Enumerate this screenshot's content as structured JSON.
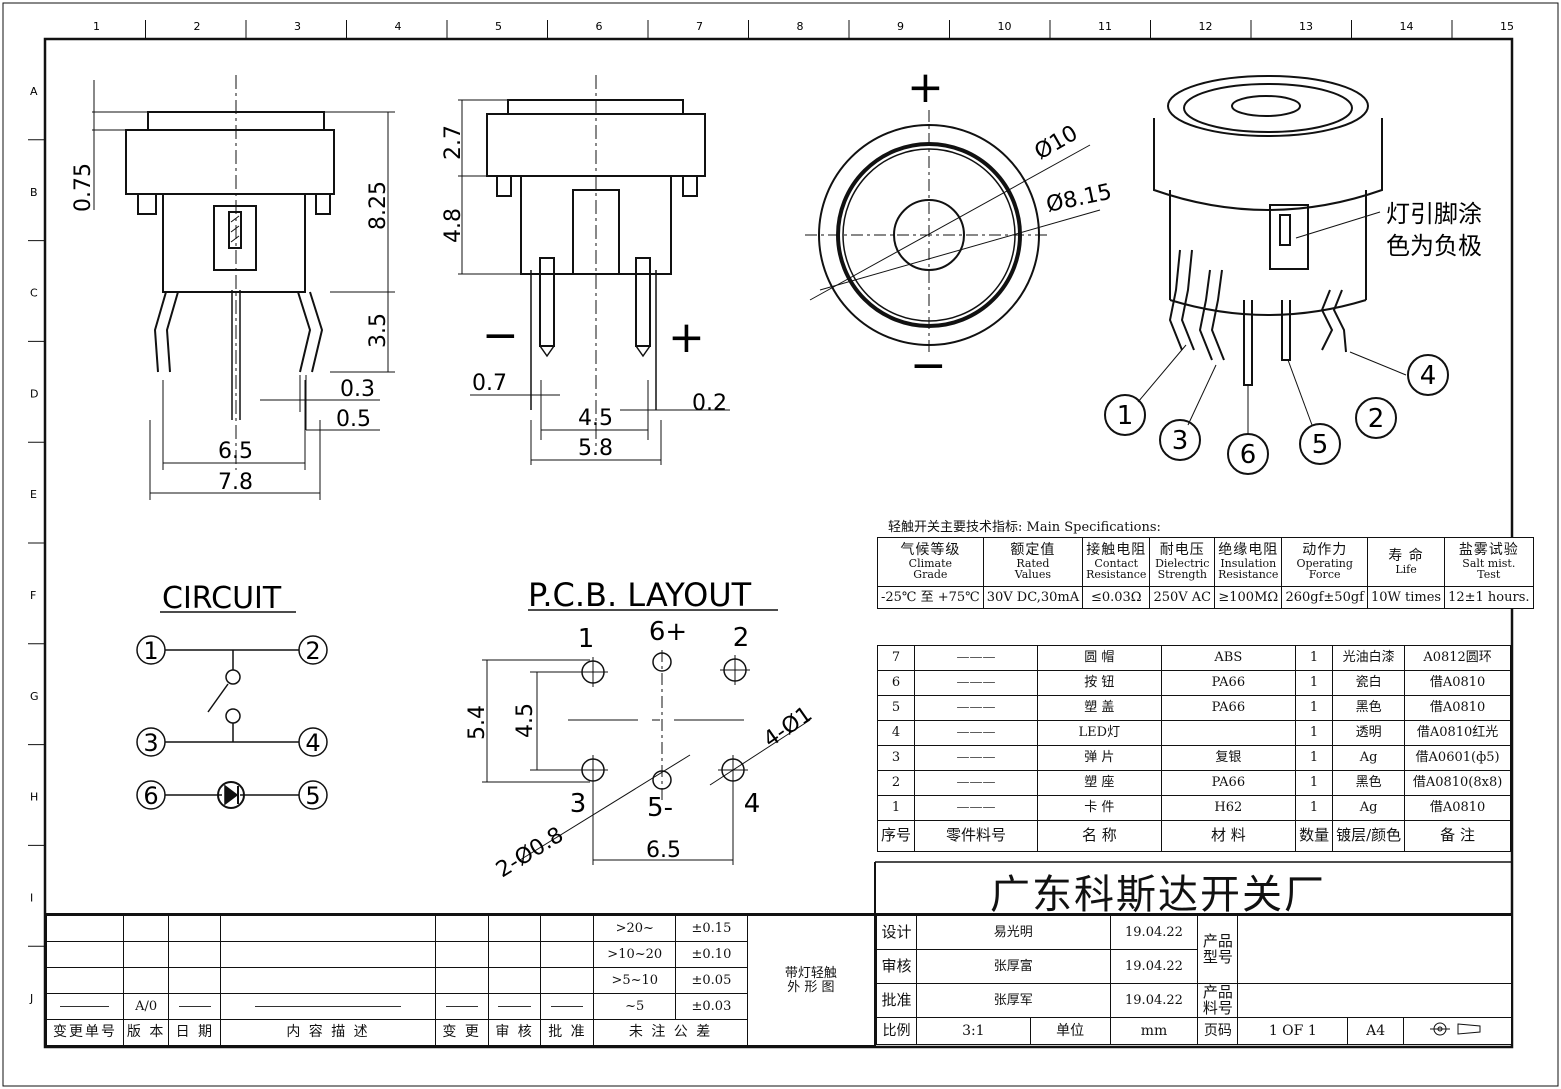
{
  "border": {
    "columns": [
      "1",
      "2",
      "3",
      "4",
      "5",
      "6",
      "7",
      "8",
      "9",
      "10",
      "11",
      "12",
      "13",
      "14",
      "15"
    ],
    "rows": [
      "A",
      "B",
      "C",
      "D",
      "E",
      "F",
      "G",
      "H",
      "I",
      "J"
    ]
  },
  "drawings": {
    "side_view": {
      "dims": [
        "0.75",
        "8.25",
        "3.5",
        "0.3",
        "0.5",
        "6.5",
        "7.8"
      ]
    },
    "front_view": {
      "dims": [
        "2.7",
        "4.8",
        "0.7",
        "4.5",
        "5.8",
        "0.2"
      ],
      "minus": "−",
      "plus": "+"
    },
    "top_view": {
      "dims": [
        "Ø10",
        "Ø8.15"
      ],
      "plus": "+",
      "minus": "−"
    },
    "iso_view": {
      "note_line1": "灯引脚涂",
      "note_line2": "色为负极",
      "pins": [
        "1",
        "3",
        "6",
        "5",
        "2",
        "4"
      ]
    },
    "circuit": {
      "title": "CIRCUIT",
      "nodes": [
        "1",
        "2",
        "3",
        "4",
        "6",
        "5"
      ]
    },
    "pcb": {
      "title": "P.C.B. LAYOUT",
      "pins": [
        "1",
        "6+",
        "2",
        "3",
        "5-",
        "4"
      ],
      "dims": [
        "5.4",
        "4.5",
        "6.5",
        "4-Ø1",
        "2-Ø0.8"
      ]
    }
  },
  "specs": {
    "title": "轻触开关主要技术指标:    Main Specifications:",
    "headers": [
      {
        "zh": "气候等级",
        "en1": "Climate",
        "en2": "Grade"
      },
      {
        "zh": "额定值",
        "en1": "Rated",
        "en2": "Values"
      },
      {
        "zh": "接触电阻",
        "en1": "Contact",
        "en2": "Resistance"
      },
      {
        "zh": "耐电压",
        "en1": "Dielectric",
        "en2": "Strength"
      },
      {
        "zh": "绝缘电阻",
        "en1": "Insulation",
        "en2": "Resistance"
      },
      {
        "zh": "动作力",
        "en1": "Operating",
        "en2": "Force"
      },
      {
        "zh": "寿  命",
        "en1": "Life",
        "en2": ""
      },
      {
        "zh": "盐雾试验",
        "en1": "Salt mist.",
        "en2": "Test"
      }
    ],
    "values": [
      "-25℃ 至 +75℃",
      "30V DC,30mA",
      "≤0.03Ω",
      "250V AC",
      "≥100MΩ",
      "260gf±50gf",
      "10W times",
      "12±1 hours."
    ]
  },
  "bom": {
    "rows": [
      {
        "no": "7",
        "part": "———",
        "name": "圆  帽",
        "material": "ABS",
        "qty": "1",
        "finish": "光油白漆",
        "note": "A0812圆环"
      },
      {
        "no": "6",
        "part": "———",
        "name": "按  钮",
        "material": "PA66",
        "qty": "1",
        "finish": "瓷白",
        "note": "借A0810"
      },
      {
        "no": "5",
        "part": "———",
        "name": "塑  盖",
        "material": "PA66",
        "qty": "1",
        "finish": "黑色",
        "note": "借A0810"
      },
      {
        "no": "4",
        "part": "———",
        "name": "LED灯",
        "material": "",
        "qty": "1",
        "finish": "透明",
        "note": "借A0810红光"
      },
      {
        "no": "3",
        "part": "———",
        "name": "弹  片",
        "material": "复银",
        "qty": "1",
        "finish": "Ag",
        "note": "借A0601(ф5)"
      },
      {
        "no": "2",
        "part": "———",
        "name": "塑  座",
        "material": "PA66",
        "qty": "1",
        "finish": "黑色",
        "note": "借A0810(8x8)"
      },
      {
        "no": "1",
        "part": "———",
        "name": "卡  件",
        "material": "H62",
        "qty": "1",
        "finish": "Ag",
        "note": "借A0810"
      }
    ],
    "header": {
      "no": "序号",
      "part": "零件料号",
      "name": "名  称",
      "material": "材  料",
      "qty": "数量",
      "finish": "镀层/颜色",
      "note": "备  注"
    }
  },
  "company": "广东科斯达开关厂",
  "revision": {
    "rev": "A/0",
    "headers": [
      "变更单号",
      "版 本",
      "日 期",
      "内 容 描 述",
      "变 更",
      "审 核",
      "批 准",
      "未 注 公 差"
    ]
  },
  "tolerance": [
    {
      "range": ">20~",
      "tol": "±0.15"
    },
    {
      "range": ">10~20",
      "tol": "±0.10"
    },
    {
      "range": ">5~10",
      "tol": "±0.05"
    },
    {
      "range": "~5",
      "tol": "±0.03"
    }
  ],
  "drawing_title": {
    "line1": "带灯轻触",
    "line2": "外 形 图"
  },
  "approval": [
    {
      "role": "设计",
      "name": "易光明",
      "date": "19.04.22"
    },
    {
      "role": "审核",
      "name": "张厚富",
      "date": "19.04.22"
    },
    {
      "role": "批准",
      "name": "张厚军",
      "date": "19.04.22"
    }
  ],
  "product": {
    "model_label": "产品型号",
    "code_label": "产品料号"
  },
  "footer": {
    "scale_label": "比例",
    "scale": "3:1",
    "unit_label": "单位",
    "unit": "mm",
    "page_label": "页码",
    "page": "1 OF 1",
    "size": "A4"
  }
}
